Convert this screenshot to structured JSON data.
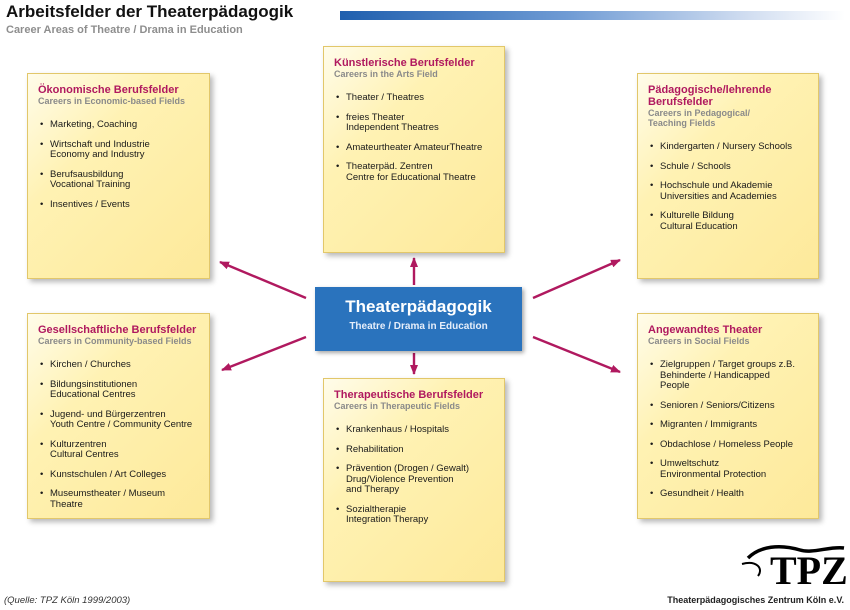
{
  "header": {
    "title": "Arbeitsfelder der Theaterpädagogik",
    "subtitle": "Career Areas of Theatre / Drama in Education"
  },
  "center": {
    "title": "Theaterpädagogik",
    "subtitle": "Theatre / Drama in Education"
  },
  "cards": {
    "oekonomisch": {
      "title_lines": [
        "Ökonomische Berufsfelder"
      ],
      "subtitle_lines": [
        "Careers in Economic-based Fields"
      ],
      "items": [
        [
          "Marketing, Coaching"
        ],
        [
          "Wirtschaft und Industrie",
          "Economy and Industry"
        ],
        [
          "Berufsausbildung",
          "Vocational Training"
        ],
        [
          "Insentives / Events"
        ]
      ]
    },
    "kuenstlerisch": {
      "title_lines": [
        "Künstlerische Berufsfelder"
      ],
      "subtitle_lines": [
        "Careers in the Arts Field"
      ],
      "items": [
        [
          "Theater / Theatres"
        ],
        [
          "freies Theater",
          "Independent Theatres"
        ],
        [
          "Amateurtheater AmateurTheatre"
        ],
        [
          "Theaterpäd. Zentren",
          "Centre for Educational Theatre"
        ]
      ]
    },
    "paedagogisch": {
      "title_lines": [
        "Pädagogische/lehrende",
        "Berufsfelder"
      ],
      "subtitle_lines": [
        "Careers in Pedagogical/",
        "Teaching Fields"
      ],
      "items": [
        [
          "Kindergarten / Nursery Schools"
        ],
        [
          "Schule / Schools"
        ],
        [
          "Hochschule und Akademie",
          "Universities and Academies"
        ],
        [
          "Kulturelle Bildung",
          "Cultural Education"
        ]
      ]
    },
    "gesellschaftlich": {
      "title_lines": [
        "Gesellschaftliche Berufsfelder"
      ],
      "subtitle_lines": [
        "Careers in Community-based Fields"
      ],
      "items": [
        [
          "Kirchen / Churches"
        ],
        [
          "Bildungsinstitutionen",
          "Educational Centres"
        ],
        [
          "Jugend-  und Bürgerzentren",
          "Youth Centre / Community Centre"
        ],
        [
          "Kulturzentren",
          "Cultural Centres"
        ],
        [
          "Kunstschulen / Art Colleges"
        ],
        [
          "Museumstheater / Museum Theatre"
        ]
      ]
    },
    "therapeutisch": {
      "title_lines": [
        "Therapeutische Berufsfelder"
      ],
      "subtitle_lines": [
        "Careers in Therapeutic Fields"
      ],
      "items": [
        [
          "Krankenhaus / Hospitals"
        ],
        [
          "Rehabilitation"
        ],
        [
          "Prävention (Drogen / Gewalt)",
          "Drug/Violence Prevention",
          "and Therapy"
        ],
        [
          "Sozialtherapie",
          "Integration Therapy"
        ]
      ]
    },
    "angewandt": {
      "title_lines": [
        "Angewandtes Theater"
      ],
      "subtitle_lines": [
        "Careers in Social Fields"
      ],
      "items": [
        [
          "Zielgruppen / Target groups  z.B.",
          "Behinderte / Handicapped",
          "People"
        ],
        [
          "Senioren / Seniors/Citizens"
        ],
        [
          "Migranten / Immigrants"
        ],
        [
          "Obdachlose / Homeless People"
        ],
        [
          "Umweltschutz",
          "Environmental Protection"
        ],
        [
          "Gesundheit / Health"
        ]
      ]
    }
  },
  "footer": {
    "source": "(Quelle: TPZ Köln 1999/2003)",
    "logo_text": "TPZ",
    "organization": "Theaterpädagogisches Zentrum Köln e.V."
  },
  "colors": {
    "accent_title": "#b0195f",
    "center_box": "#2a73bd",
    "arrow": "#b0195f",
    "card_fill": "#fff2b3"
  }
}
